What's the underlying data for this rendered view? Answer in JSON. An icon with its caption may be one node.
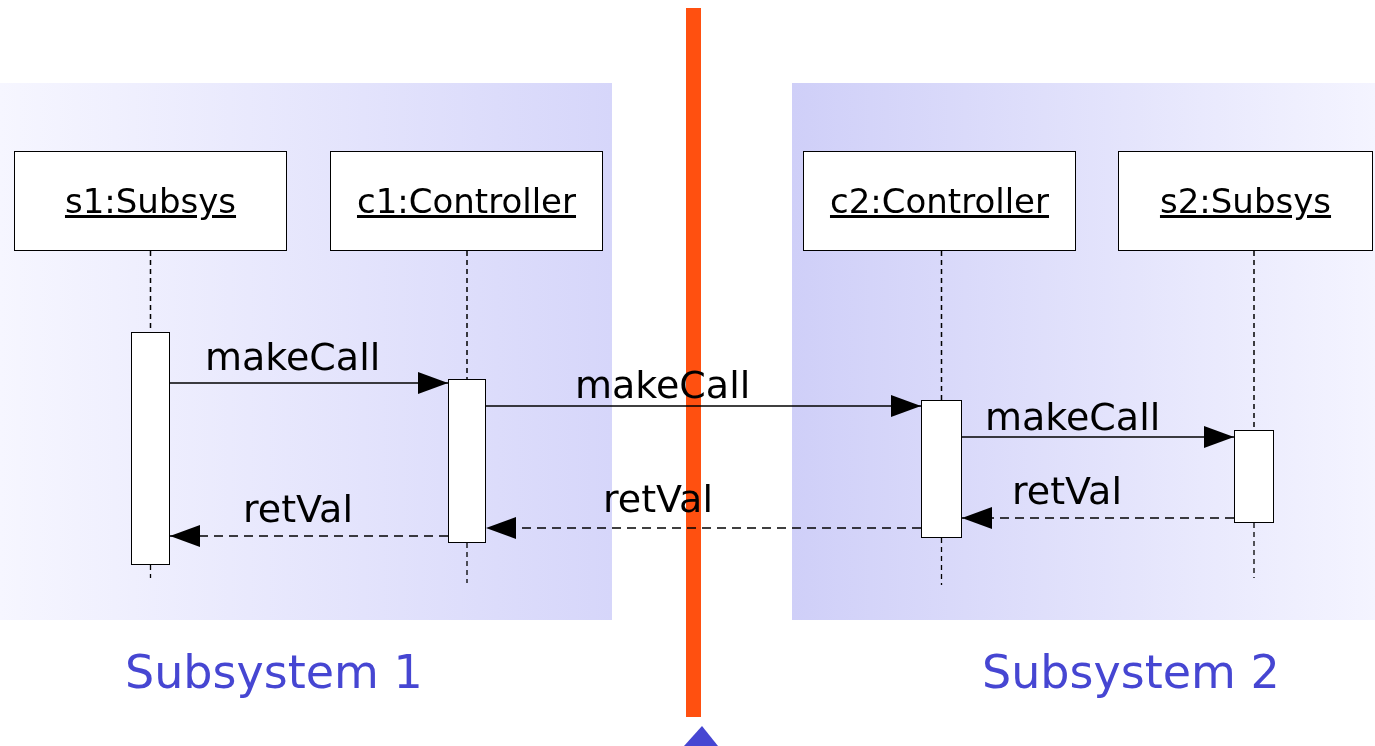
{
  "diagram": {
    "nodes": [
      {
        "text": [
          "Subsystem 1"
        ]
      },
      {
        "text": [
          "s1:Subsys"
        ],
        "in": 0
      },
      {
        "text": [
          "c1:Controller"
        ],
        "in": 0
      },
      {
        "text": [],
        "shape": "bar",
        "in": 0
      },
      {
        "text": [],
        "shape": "bar",
        "in": 0
      },
      {
        "text": [
          "Subsystem 2"
        ]
      },
      {
        "text": [
          "c2:Controller"
        ],
        "in": 5
      },
      {
        "text": [
          "s2:Subsys"
        ],
        "in": 5
      },
      {
        "text": [],
        "shape": "bar",
        "in": 5
      },
      {
        "text": [],
        "shape": "bar",
        "in": 5
      }
    ],
    "edges": [
      {
        "from": 1,
        "to": 3,
        "arrow": "none",
        "style": "dashed"
      },
      {
        "from": 2,
        "to": 4,
        "arrow": "none",
        "style": "dashed"
      },
      {
        "from": 6,
        "to": 8,
        "arrow": "none",
        "style": "dashed"
      },
      {
        "from": 7,
        "to": 9,
        "arrow": "none",
        "style": "dashed"
      },
      {
        "from": 3,
        "to": 4,
        "arrow": "to",
        "label": "makeCall"
      },
      {
        "from": 4,
        "to": 8,
        "arrow": "to",
        "label": "makeCall"
      },
      {
        "from": 8,
        "to": 9,
        "arrow": "to",
        "label": "makeCall"
      },
      {
        "from": 9,
        "to": 8,
        "arrow": "to",
        "label": "retVal",
        "style": "dashed"
      },
      {
        "from": 8,
        "to": 4,
        "arrow": "to",
        "label": "retVal",
        "style": "dashed"
      },
      {
        "from": 4,
        "to": 3,
        "arrow": "to",
        "label": "retVal",
        "style": "dashed"
      }
    ]
  }
}
